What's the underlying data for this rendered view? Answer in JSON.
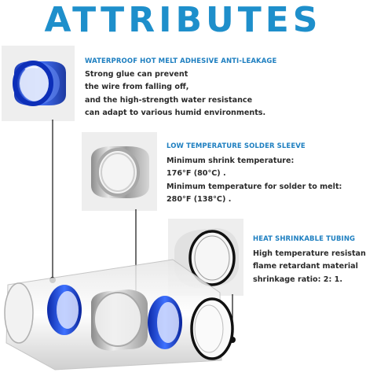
{
  "page": {
    "title": "ATTRIBUTES",
    "accent_color": "#1e8fcb",
    "heading_color": "#1e7fc0"
  },
  "features": [
    {
      "heading": "WATERPROOF HOT MELT ADHESIVE ANTI-LEAKAGE",
      "lines": [
        "Strong glue can prevent",
        "the wire from falling off,",
        "and the high-strength water resistance",
        "can adapt to various humid environments."
      ],
      "icon": "blue-adhesive-ring-icon"
    },
    {
      "heading": "LOW TEMPERATURE SOLDER SLEEVE",
      "lines": [
        "Minimum shrink temperature:",
        "176°F (80°C) .",
        "Minimum temperature for solder to melt:",
        "280°F (138°C) ."
      ],
      "icon": "silver-solder-ring-icon"
    },
    {
      "heading": "HEAT SHRINKABLE TUBING",
      "lines": [
        "High temperature resistance",
        "flame retardant material",
        "shrinkage ratio: 2: 1."
      ],
      "icon": "clear-shrink-tube-icon"
    }
  ]
}
